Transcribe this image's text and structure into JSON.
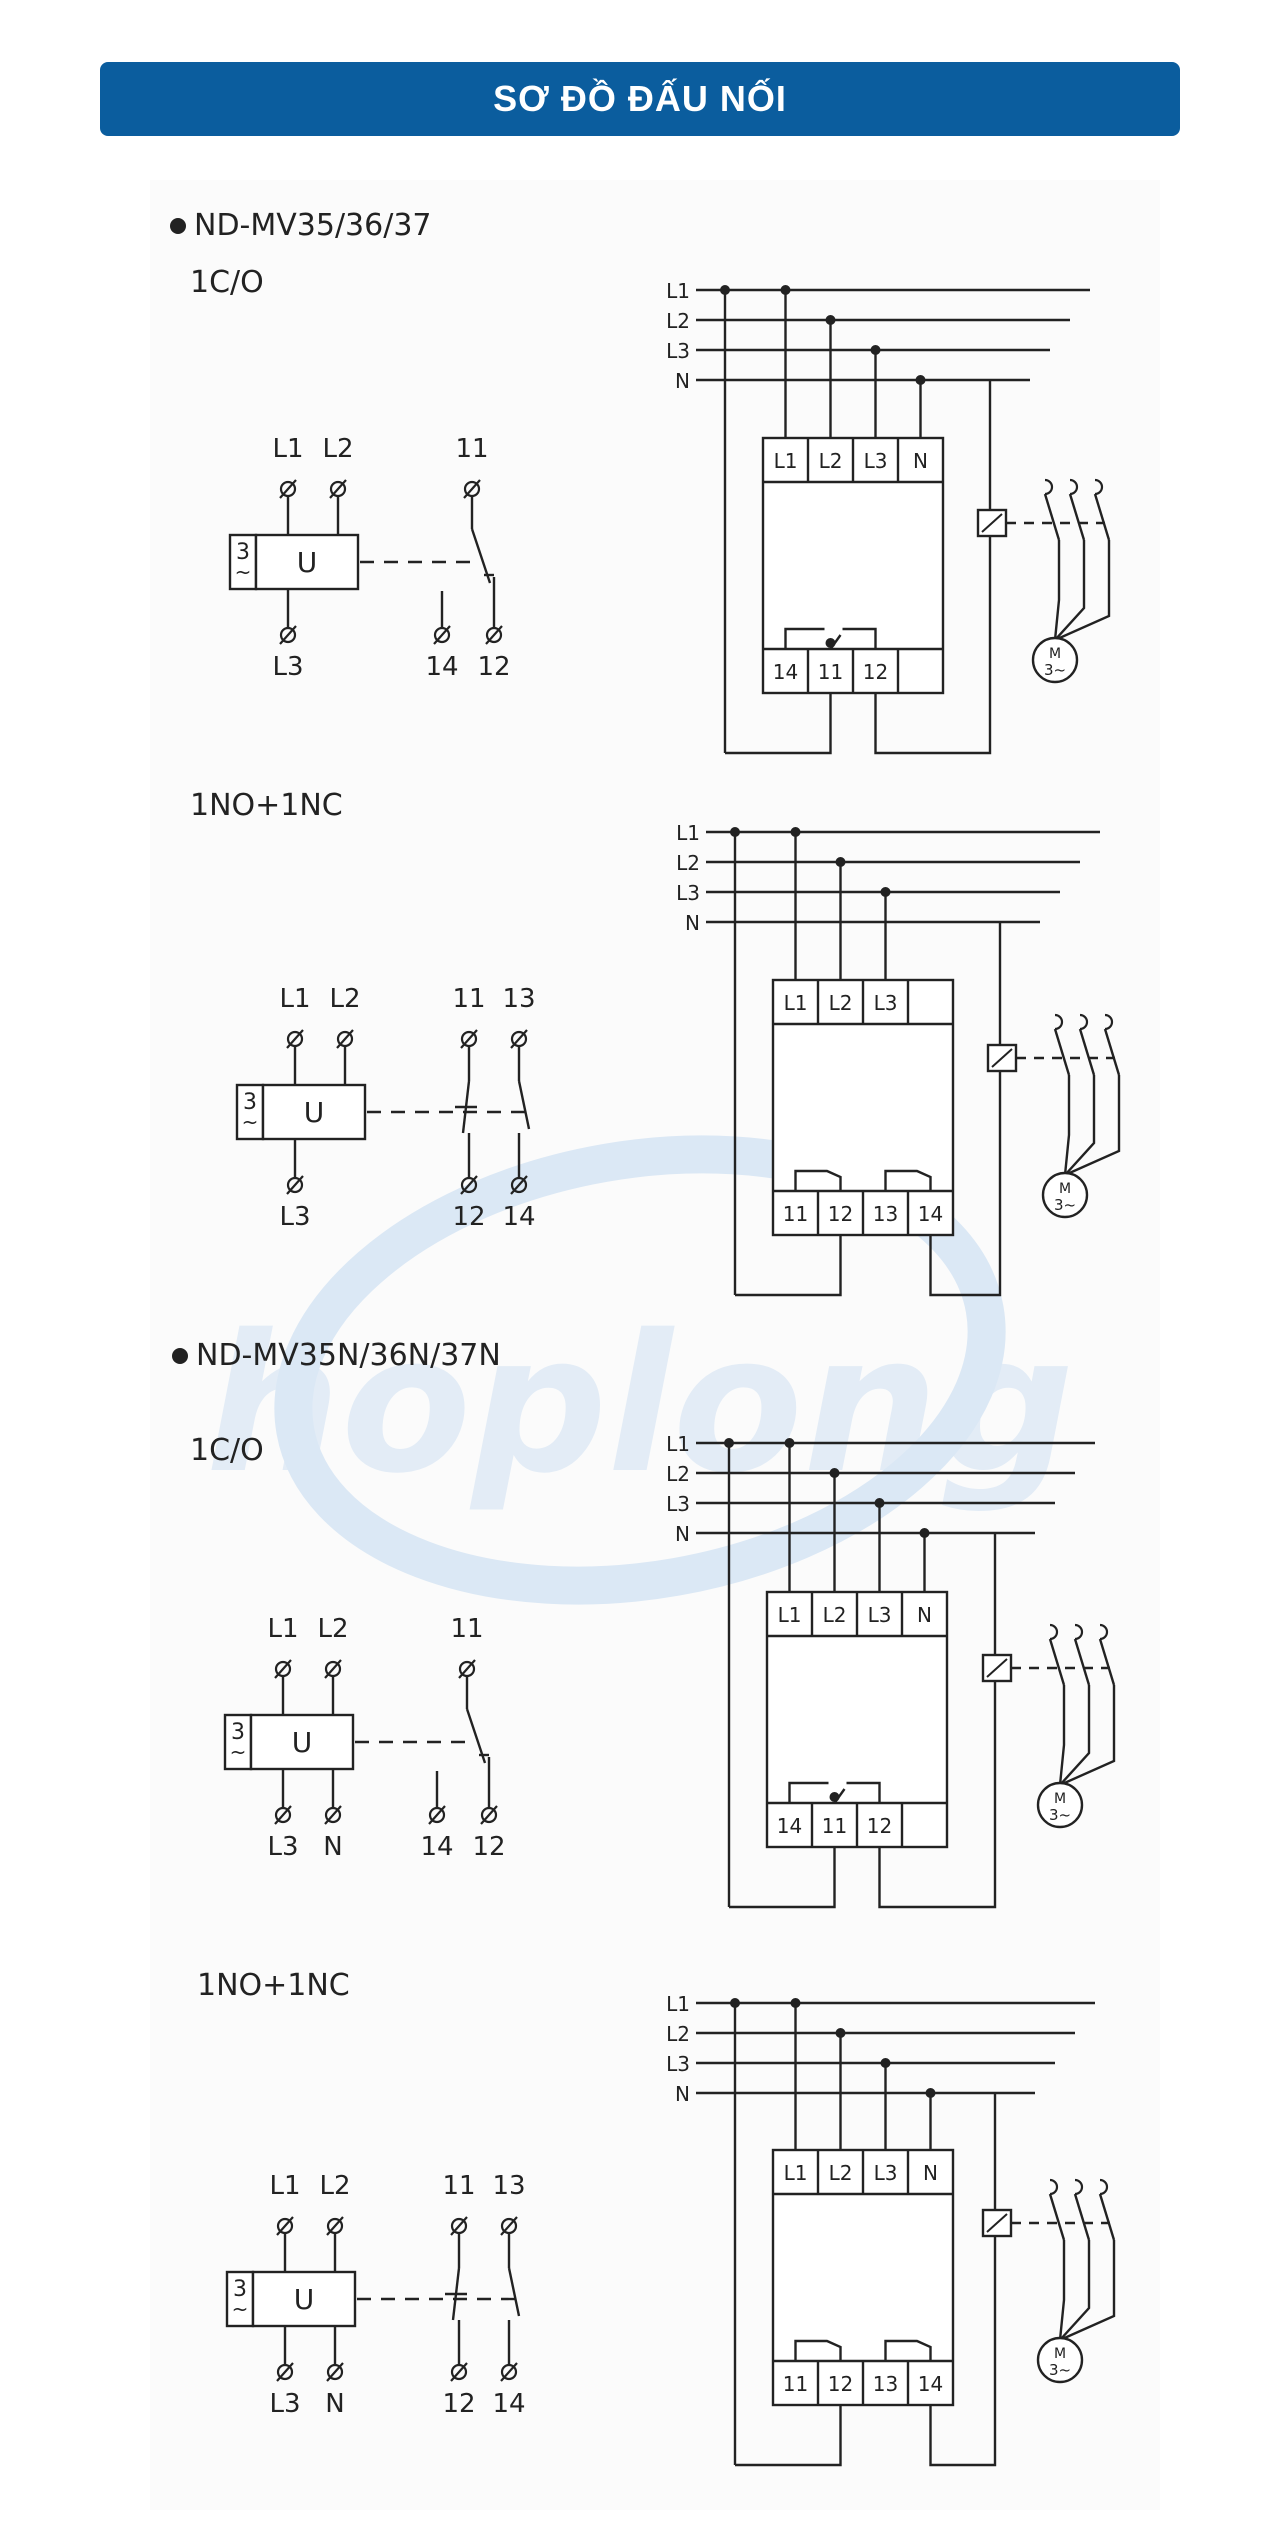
{
  "header": {
    "title": "SƠ ĐỒ ĐẤU NỐI"
  },
  "watermark": "hoplong",
  "colors": {
    "header_bg": "#0b5d9e",
    "line": "#222222",
    "watermark": "#dbe8f5"
  },
  "sections": [
    {
      "model": "ND-MV35/36/37",
      "diagrams": [
        {
          "title": "1C/O",
          "unit_label": "U",
          "sensor_mark": "3~",
          "top_terminals": [
            "L1",
            "L2"
          ],
          "bottom_terminals": [
            "L3"
          ],
          "contact_top": [
            "11"
          ],
          "contact_bottom": [
            "14",
            "12"
          ],
          "lines": [
            "L1",
            "L2",
            "L3",
            "N"
          ],
          "device_top": [
            "L1",
            "L2",
            "L3",
            "N"
          ],
          "device_bottom": [
            "14",
            "11",
            "12",
            ""
          ],
          "motor": "M\n3~"
        },
        {
          "title": "1NO+1NC",
          "unit_label": "U",
          "sensor_mark": "3~",
          "top_terminals": [
            "L1",
            "L2"
          ],
          "bottom_terminals": [
            "L3"
          ],
          "contact_top": [
            "11",
            "13"
          ],
          "contact_bottom": [
            "12",
            "14"
          ],
          "lines": [
            "L1",
            "L2",
            "L3",
            "N"
          ],
          "device_top": [
            "L1",
            "L2",
            "L3",
            ""
          ],
          "device_bottom": [
            "11",
            "12",
            "13",
            "14"
          ],
          "motor": "M\n3~"
        }
      ]
    },
    {
      "model": "ND-MV35N/36N/37N",
      "diagrams": [
        {
          "title": "1C/O",
          "unit_label": "U",
          "sensor_mark": "3~",
          "top_terminals": [
            "L1",
            "L2"
          ],
          "bottom_terminals": [
            "L3",
            "N"
          ],
          "contact_top": [
            "11"
          ],
          "contact_bottom": [
            "14",
            "12"
          ],
          "lines": [
            "L1",
            "L2",
            "L3",
            "N"
          ],
          "device_top": [
            "L1",
            "L2",
            "L3",
            "N"
          ],
          "device_bottom": [
            "14",
            "11",
            "12",
            ""
          ],
          "motor": "M\n3~"
        },
        {
          "title": "1NO+1NC",
          "unit_label": "U",
          "sensor_mark": "3~",
          "top_terminals": [
            "L1",
            "L2"
          ],
          "bottom_terminals": [
            "L3",
            "N"
          ],
          "contact_top": [
            "11",
            "13"
          ],
          "contact_bottom": [
            "12",
            "14"
          ],
          "lines": [
            "L1",
            "L2",
            "L3",
            "N"
          ],
          "device_top": [
            "L1",
            "L2",
            "L3",
            "N"
          ],
          "device_bottom": [
            "11",
            "12",
            "13",
            "14"
          ],
          "motor": "M\n3~"
        }
      ]
    }
  ]
}
